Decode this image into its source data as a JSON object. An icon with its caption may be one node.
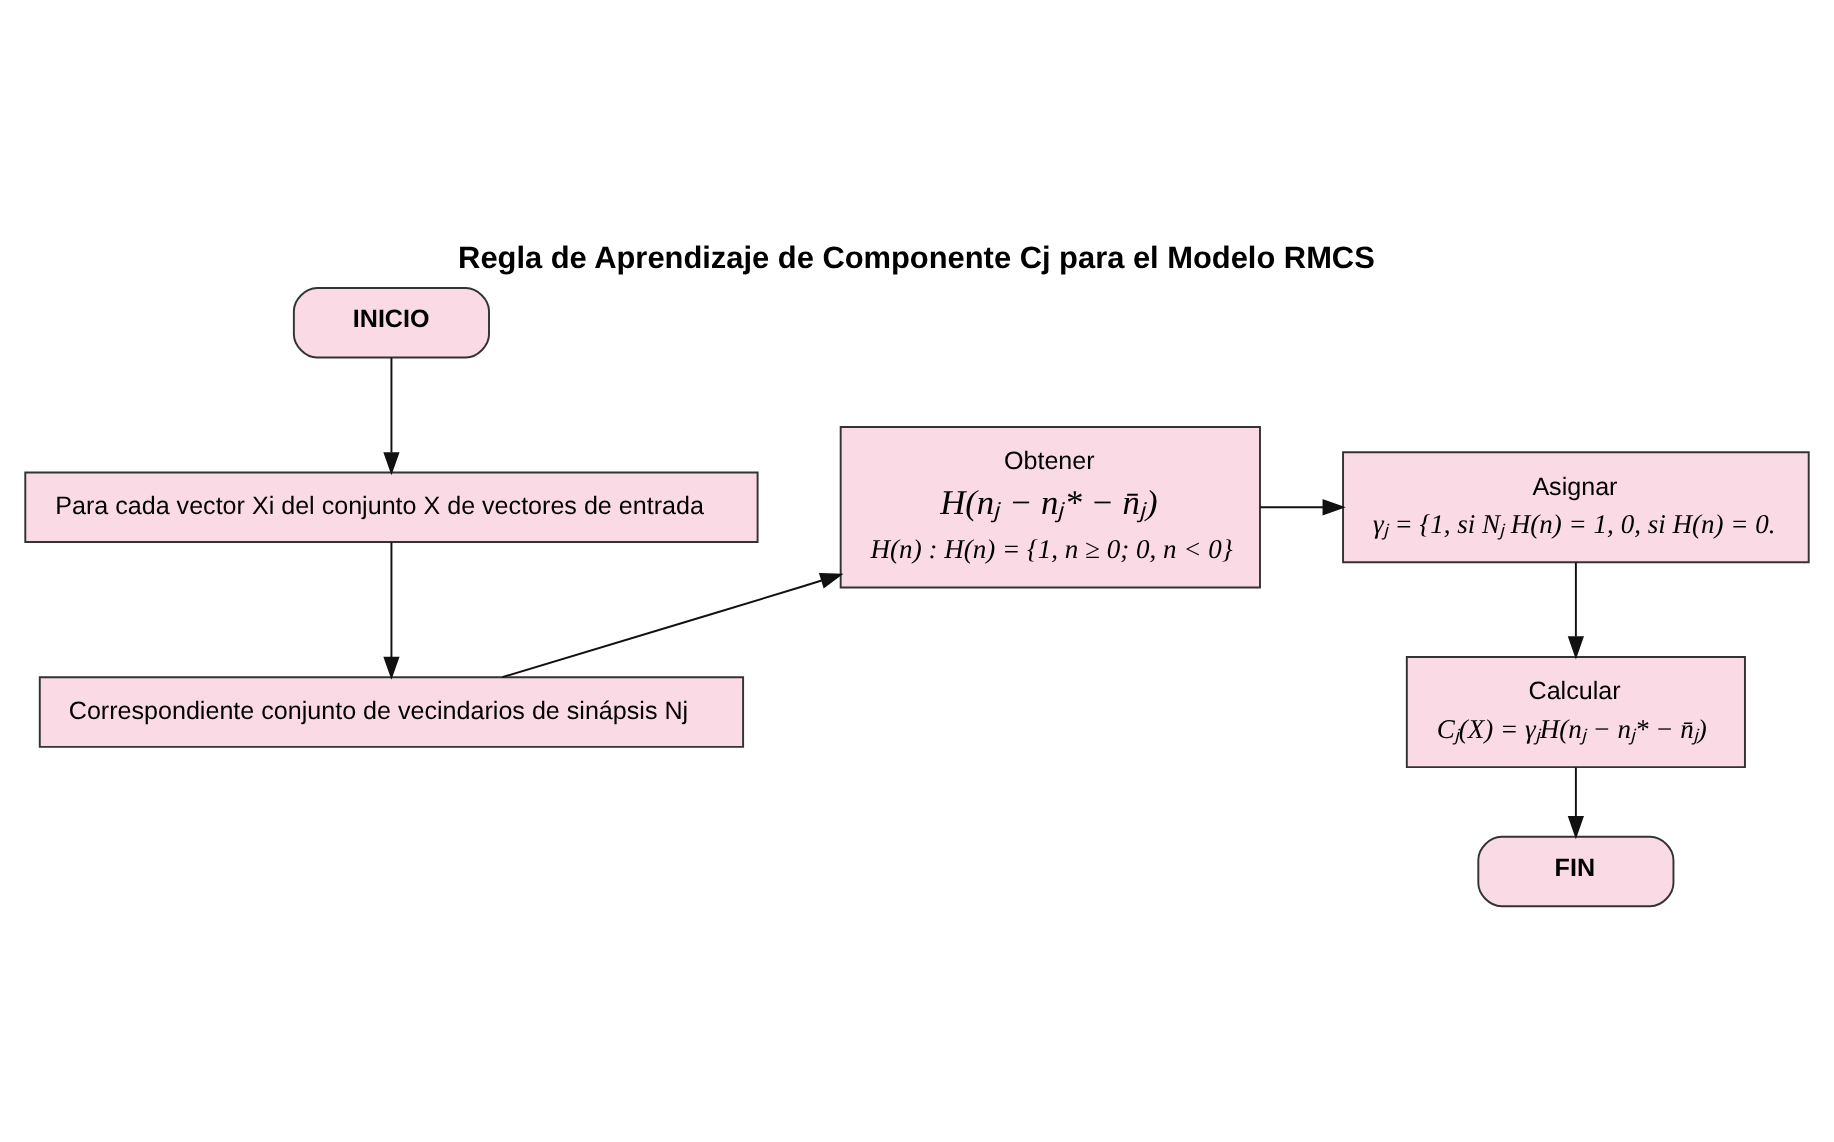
{
  "diagram": {
    "title": "Regla de Aprendizaje de Componente Cj para el Modelo RMCS",
    "nodes": [
      {
        "text": [
          "INICIO"
        ]
      },
      {
        "text": [
          "Para cada vector Xi del conjunto X de vectores de entrada"
        ]
      },
      {
        "text": [
          "Correspondiente conjunto de vecindarios de sinápsis Nj"
        ]
      },
      {
        "text": [
          "Obtener",
          "H(nⱼ − nⱼ* − n̄ⱼ)",
          "H(n) : H(n) = {1, n ≥ 0; 0, n < 0}"
        ]
      },
      {
        "text": [
          "Asignar",
          "γⱼ = {1, si Nⱼ H(n) = 1, 0, si H(n) = 0."
        ]
      },
      {
        "text": [
          "Calcular",
          "Cⱼ(X) = γⱼH(nⱼ − nⱼ* − n̄ⱼ)"
        ]
      },
      {
        "text": [
          "FIN"
        ]
      }
    ],
    "edges": [
      {
        "from": 0,
        "to": 1,
        "arrow": "to"
      },
      {
        "from": 1,
        "to": 2,
        "arrow": "to"
      },
      {
        "from": 2,
        "to": 3,
        "arrow": "to"
      },
      {
        "from": 3,
        "to": 4,
        "arrow": "to"
      },
      {
        "from": 4,
        "to": 5,
        "arrow": "to"
      },
      {
        "from": 5,
        "to": 6,
        "arrow": "to"
      }
    ]
  }
}
